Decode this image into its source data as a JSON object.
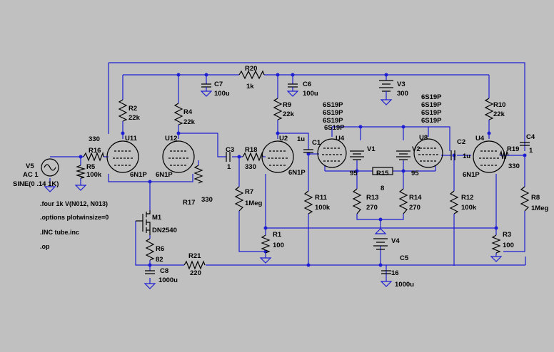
{
  "window": {
    "background": "#c0c0c0",
    "wire_color": "#1e1ed2",
    "part_color": "#000000"
  },
  "labels": {
    "R20": "R20",
    "R20v": "1k",
    "C7": "C7",
    "C7v": "100u",
    "C6": "C6",
    "C6v": "100u",
    "V3": "V3",
    "V3v": "300",
    "R2": "R2",
    "R2v": "22k",
    "R4": "R4",
    "R4v": "22k",
    "R9": "R9",
    "R9v": "22k",
    "R10": "R10",
    "R10v": "22k",
    "tube_stack_a": [
      "6S19P",
      "6S19P",
      "6S19P",
      "6S19P"
    ],
    "tube_stack_b": [
      "6S19P",
      "6S19P",
      "6S19P",
      "6S19P"
    ],
    "R16v": "330",
    "R16": "R16",
    "U11": "U11",
    "U12": "U12",
    "C3": "C3",
    "C3v": "1",
    "R18": "R18",
    "R18v": "330",
    "U2": "U2",
    "U2v": "1u",
    "C1": "C1",
    "U4a": "U4",
    "U8": "U8",
    "V1": "V1",
    "V2": "V2",
    "C2": "C2",
    "C2v": "1u",
    "U4b": "U4",
    "R19": "R19",
    "R19v": "330",
    "C4": "C4",
    "C4v": "1",
    "V5": "V5",
    "V5v": "AC 1",
    "V5s": "SINE(0 .14 1K)",
    "R5": "R5",
    "R5v": "100k",
    "U11t": "6N1P",
    "U12t": "6N1P",
    "U2t": "6N1P",
    "U4t": "6N1P",
    "R17": "R17",
    "R17v": "330",
    "R7": "R7",
    "R7v": "1Meg",
    "R11": "R11",
    "R11v": "100k",
    "V1v": "95",
    "V2v": "95",
    "R15": "R15",
    "R15v": "8",
    "R13": "R13",
    "R13v": "270",
    "R14": "R14",
    "R14v": "270",
    "R12": "R12",
    "R12v": "100k",
    "R8": "R8",
    "R8v": "1Meg",
    "M1": "M1",
    "M1v": "DN2540",
    "R1": "R1",
    "R1v": "100",
    "R3": "R3",
    "R3v": "100",
    "V4": "V4",
    "C5": "C5",
    "C5v": "16",
    "R6": "R6",
    "R6v": "82",
    "R21": "R21",
    "R21v": "220",
    "C8": "C8",
    "C8v": "1000u",
    "C5c": "1000u",
    "directives": [
      ".four 1k V(N012, N013)",
      ".options plotwinsize=0",
      ".INC tube.inc",
      ".op"
    ]
  }
}
